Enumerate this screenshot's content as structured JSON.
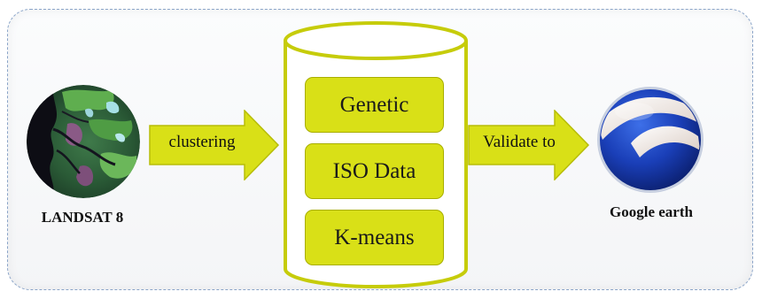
{
  "sources": {
    "landsat_label": "LANDSAT 8",
    "google_earth_label": "Google earth"
  },
  "arrows": {
    "clustering_label": "clustering",
    "validate_label": "Validate to"
  },
  "methods": [
    {
      "label": "Genetic"
    },
    {
      "label": "ISO Data"
    },
    {
      "label": "K-means"
    }
  ],
  "colors": {
    "arrow_fill": "#d9e017",
    "cylinder_stroke": "#c6cc0a",
    "method_fill": "#d9e017",
    "globe_blue": "#1730a8"
  },
  "icons": {
    "landsat": "satellite-image",
    "google_earth": "google-earth-globe-icon"
  }
}
